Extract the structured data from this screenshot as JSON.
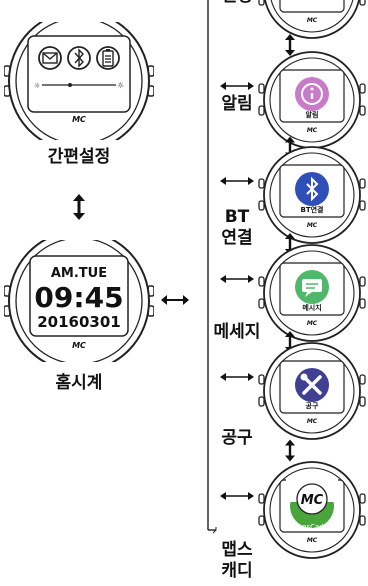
{
  "left_watches": {
    "quick_settings_label": "간편설정",
    "home_clock_label": "홈시계",
    "clock": {
      "day": "AM.TUE",
      "time": "09:45",
      "date": "20160301",
      "brand": "MC"
    },
    "quick_brand": "MC"
  },
  "menu": [
    {
      "id": "settings",
      "label": "설정",
      "face_text": "",
      "brand": "MC",
      "icon": "none"
    },
    {
      "id": "alarm",
      "label": "알림",
      "face_text": "알림",
      "brand": "MC",
      "icon": "info-icon",
      "color": "#c77bc9"
    },
    {
      "id": "bt",
      "label": "BT\n연결",
      "face_text": "BT연결",
      "brand": "MC",
      "icon": "bluetooth-icon",
      "color": "#2f4fb8"
    },
    {
      "id": "message",
      "label": "메세지",
      "face_text": "메시지",
      "brand": "MC",
      "icon": "message-icon",
      "color": "#4fb86a"
    },
    {
      "id": "tools",
      "label": "공구",
      "face_text": "공구",
      "brand": "MC",
      "icon": "tools-icon",
      "color": "#3f3f94"
    },
    {
      "id": "mapscaddy",
      "label": "맵스\n캐디",
      "face_text": "MapsCaddy",
      "brand": "MC",
      "icon": "mapscaddy-logo"
    }
  ]
}
